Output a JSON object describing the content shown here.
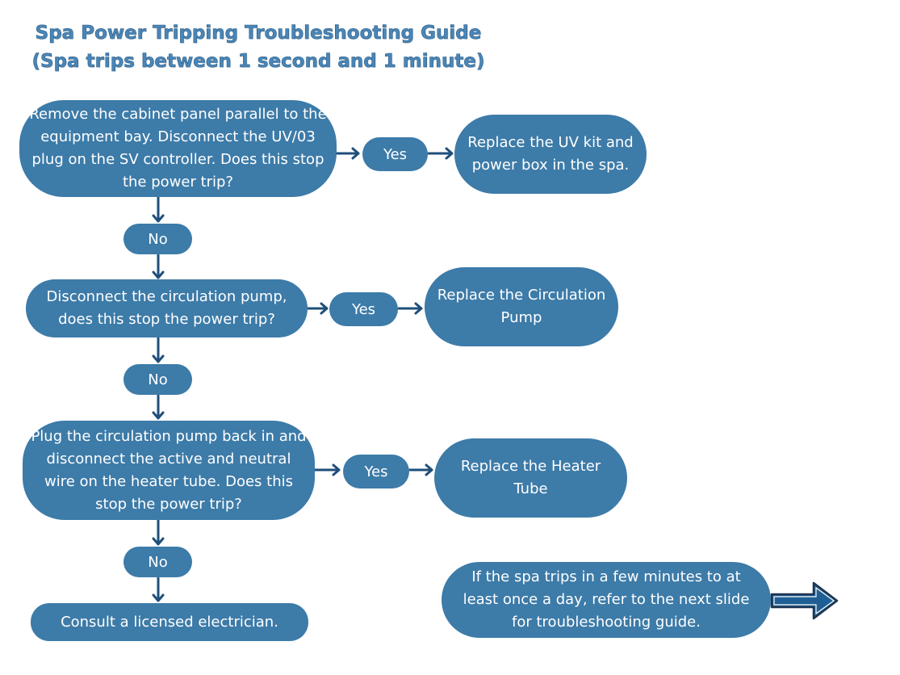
{
  "title": {
    "line1": "Spa Power Tripping Troubleshooting Guide",
    "line2": "(Spa trips between 1 second and 1 minute)"
  },
  "steps": [
    {
      "question": "Remove the cabinet panel parallel to the equipment bay. Disconnect the UV/03 plug on the SV controller. Does this stop the power trip?",
      "yes_label": "Yes",
      "action": "Replace the UV kit and power box in the spa.",
      "no_label": "No"
    },
    {
      "question": "Disconnect the circulation pump, does this stop the power trip?",
      "yes_label": "Yes",
      "action": "Replace the Circulation Pump",
      "no_label": "No"
    },
    {
      "question": "Plug the circulation pump back in and disconnect the active and neutral wire on the heater tube. Does this stop the power trip?",
      "yes_label": "Yes",
      "action": "Replace the Heater Tube",
      "no_label": "No"
    }
  ],
  "final": "Consult a licensed electrician.",
  "note": "If the spa trips in a few minutes to at least once a day, refer to the next slide for troubleshooting guide.",
  "colors": {
    "node_fill": "#3d7ba8",
    "arrow": "#1f4f7a",
    "title": "#4a86b8"
  }
}
